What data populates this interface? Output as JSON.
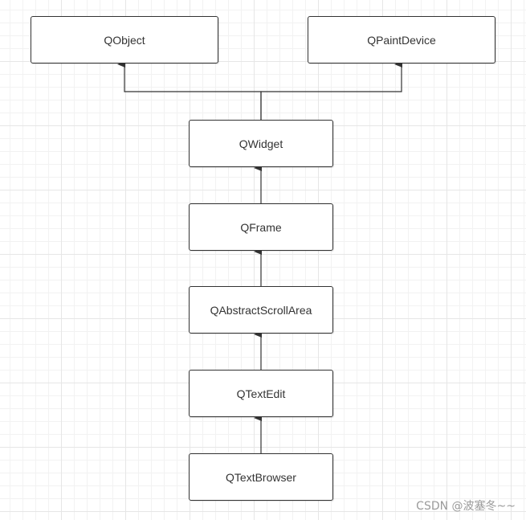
{
  "nodes": {
    "qobject": "QObject",
    "qpaintdevice": "QPaintDevice",
    "qwidget": "QWidget",
    "qframe": "QFrame",
    "qabstractscrollarea": "QAbstractScrollArea",
    "qtextedit": "QTextEdit",
    "qtextbrowser": "QTextBrowser"
  },
  "watermark": "CSDN @波塞冬~~",
  "colors": {
    "stroke": "#333333",
    "text": "#333333",
    "grid": "#e6e6e6",
    "watermark": "#9a9a9a"
  }
}
